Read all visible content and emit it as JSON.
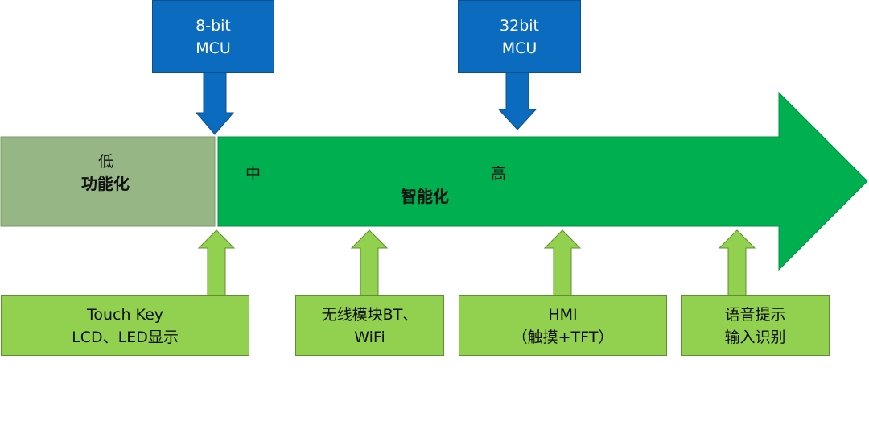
{
  "mcu_boxes": [
    {
      "line1": "8-bit",
      "line2": "MCU"
    },
    {
      "line1": "32bit",
      "line2": "MCU"
    }
  ],
  "stages": {
    "low": {
      "level": "低",
      "name": "功能化"
    },
    "mid": {
      "level": "中"
    },
    "high": {
      "level": "高"
    },
    "smart": {
      "name": "智能化"
    }
  },
  "features": [
    {
      "line1": "Touch Key",
      "line2": "LCD、LED显示"
    },
    {
      "line1": "无线模块BT、",
      "line2": "WiFi"
    },
    {
      "line1": "HMI",
      "line2": "（触摸+TFT）"
    },
    {
      "line1": "语音提示",
      "line2": "输入识别"
    }
  ],
  "colors": {
    "mcu_blue": "#0a6bbf",
    "low_box": "#97b685",
    "main_arrow": "#00b050",
    "feature_green": "#92d050"
  }
}
